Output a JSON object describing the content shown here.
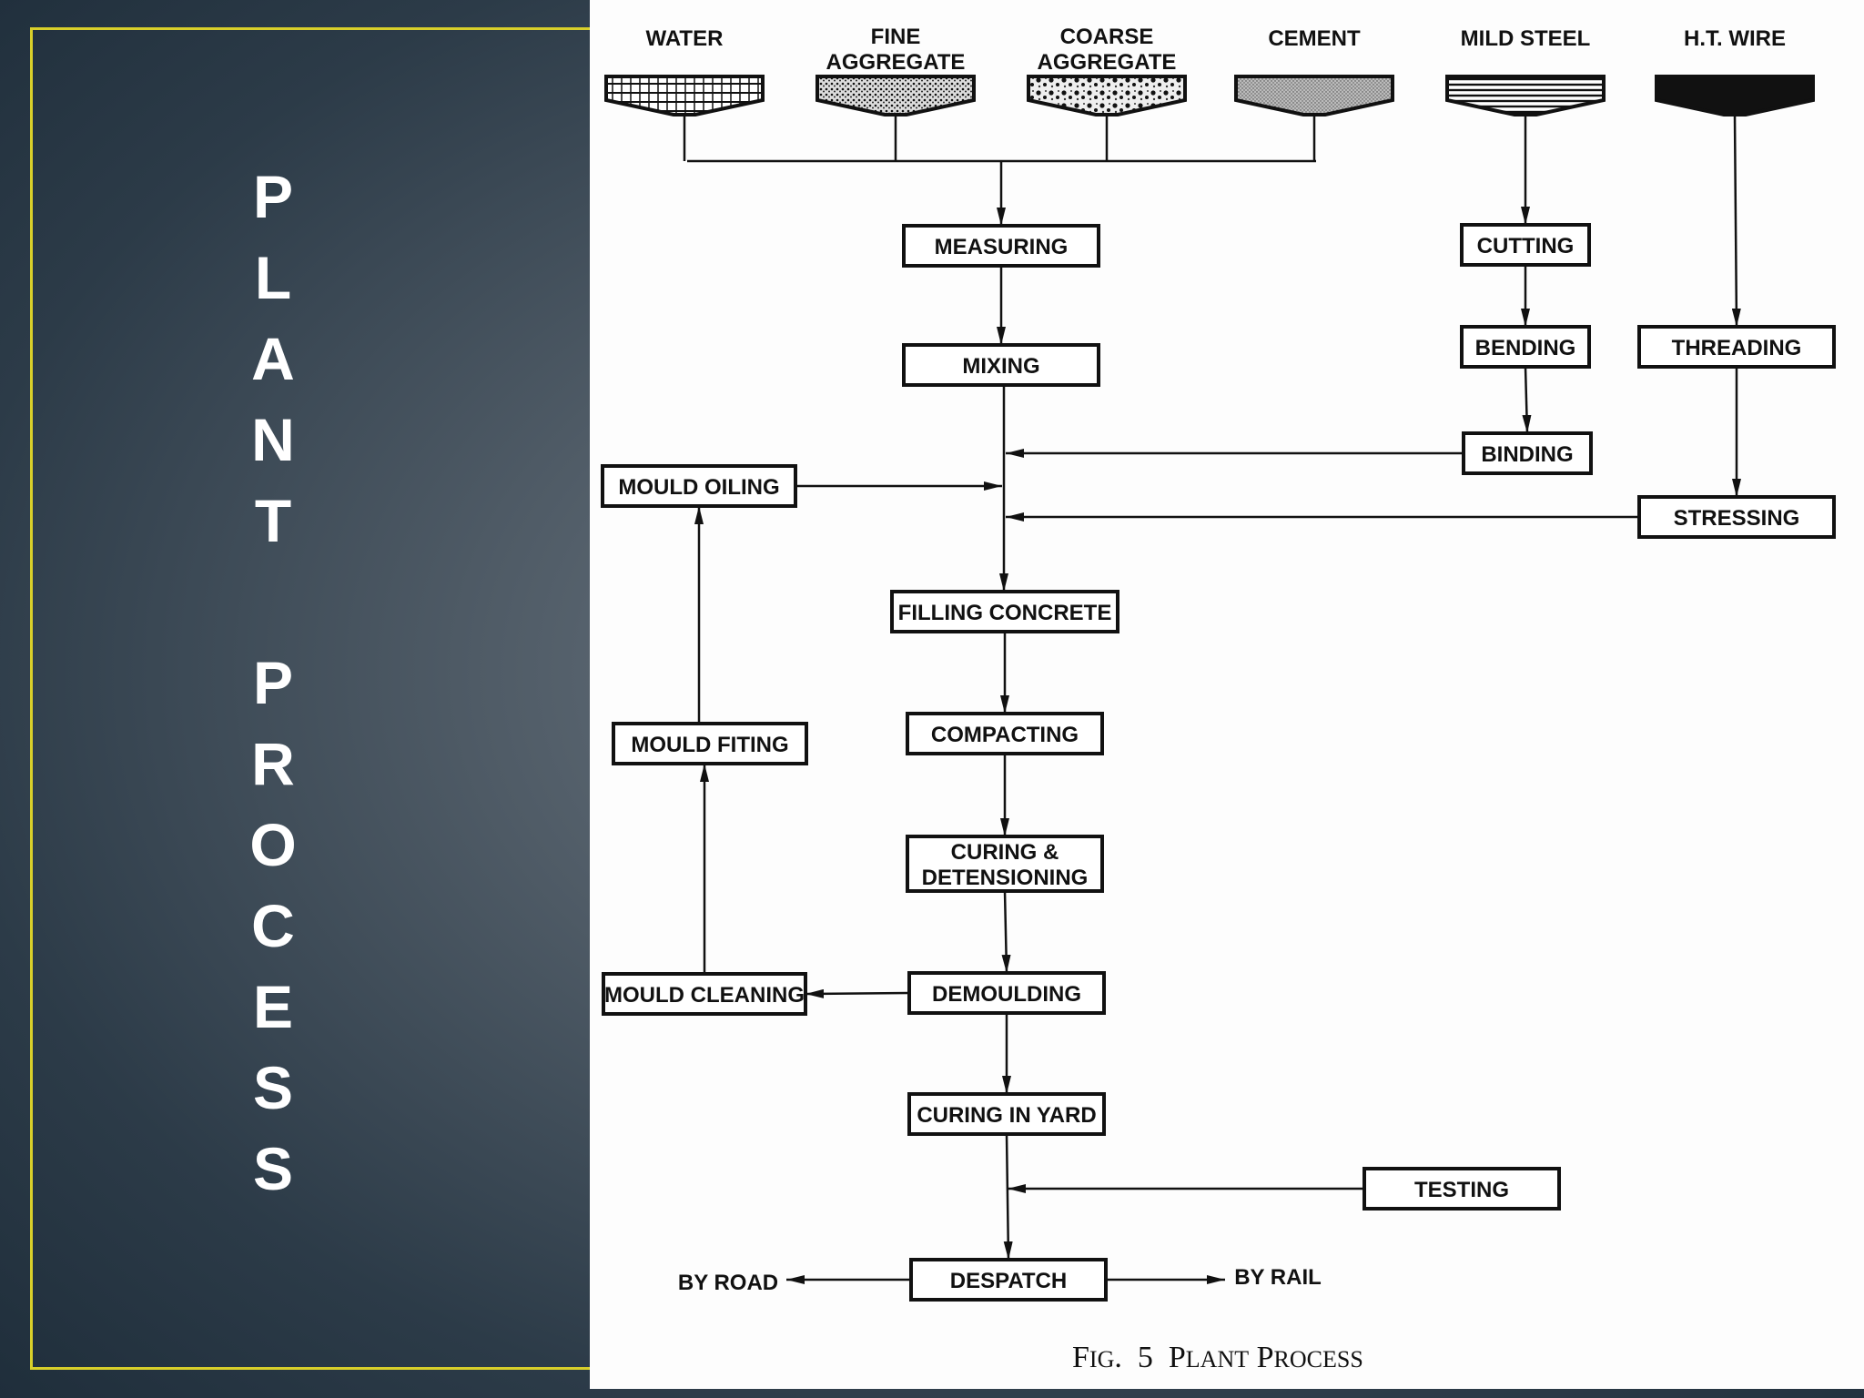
{
  "slide": {
    "title_letters": [
      "P",
      "L",
      "A",
      "N",
      "T",
      "",
      "P",
      "R",
      "O",
      "C",
      "E",
      "S",
      "S"
    ]
  },
  "diagram": {
    "caption": "Fig. 5 Plant Process",
    "inputs": [
      {
        "id": "water",
        "label": "WATER",
        "pattern": "water"
      },
      {
        "id": "fine",
        "label": "FINE AGGREGATE",
        "pattern": "fine"
      },
      {
        "id": "coarse",
        "label": "COARSE AGGREGATE",
        "pattern": "coarse"
      },
      {
        "id": "cement",
        "label": "CEMENT",
        "pattern": "cement"
      },
      {
        "id": "mild",
        "label": "MILD STEEL",
        "pattern": "stripes"
      },
      {
        "id": "ht",
        "label": "H.T. WIRE",
        "pattern": "solid"
      }
    ],
    "nodes": [
      {
        "id": "measuring",
        "label": "MEASURING"
      },
      {
        "id": "mixing",
        "label": "MIXING"
      },
      {
        "id": "cutting",
        "label": "CUTTING"
      },
      {
        "id": "bending",
        "label": "BENDING"
      },
      {
        "id": "binding",
        "label": "BINDING"
      },
      {
        "id": "threading",
        "label": "THREADING"
      },
      {
        "id": "stressing",
        "label": "STRESSING"
      },
      {
        "id": "mould_oiling",
        "label": "MOULD OILING"
      },
      {
        "id": "filling",
        "label": "FILLING CONCRETE"
      },
      {
        "id": "mould_fiting",
        "label": "MOULD FITING"
      },
      {
        "id": "compacting",
        "label": "COMPACTING"
      },
      {
        "id": "curing_det",
        "label": "CURING & DETENSIONING"
      },
      {
        "id": "mould_cleaning",
        "label": "MOULD CLEANING"
      },
      {
        "id": "demoulding",
        "label": "DEMOULDING"
      },
      {
        "id": "curing_yard",
        "label": "CURING IN YARD"
      },
      {
        "id": "testing",
        "label": "TESTING"
      },
      {
        "id": "despatch",
        "label": "DESPATCH"
      },
      {
        "id": "by_road",
        "label": "BY ROAD",
        "plain": true
      },
      {
        "id": "by_rail",
        "label": "BY RAIL",
        "plain": true
      }
    ],
    "edges": [
      [
        "water",
        "measuring"
      ],
      [
        "fine",
        "measuring"
      ],
      [
        "coarse",
        "measuring"
      ],
      [
        "cement",
        "measuring"
      ],
      [
        "measuring",
        "mixing"
      ],
      [
        "mixing",
        "filling"
      ],
      [
        "mild",
        "cutting"
      ],
      [
        "cutting",
        "bending"
      ],
      [
        "bending",
        "binding"
      ],
      [
        "binding",
        "filling"
      ],
      [
        "ht",
        "threading"
      ],
      [
        "threading",
        "stressing"
      ],
      [
        "stressing",
        "filling"
      ],
      [
        "mould_oiling",
        "filling"
      ],
      [
        "filling",
        "compacting"
      ],
      [
        "compacting",
        "curing_det"
      ],
      [
        "curing_det",
        "demoulding"
      ],
      [
        "demoulding",
        "mould_cleaning"
      ],
      [
        "mould_cleaning",
        "mould_fiting"
      ],
      [
        "mould_fiting",
        "mould_oiling"
      ],
      [
        "demoulding",
        "curing_yard"
      ],
      [
        "curing_yard",
        "despatch"
      ],
      [
        "testing",
        "despatch"
      ],
      [
        "despatch",
        "by_road"
      ],
      [
        "despatch",
        "by_rail"
      ]
    ]
  }
}
